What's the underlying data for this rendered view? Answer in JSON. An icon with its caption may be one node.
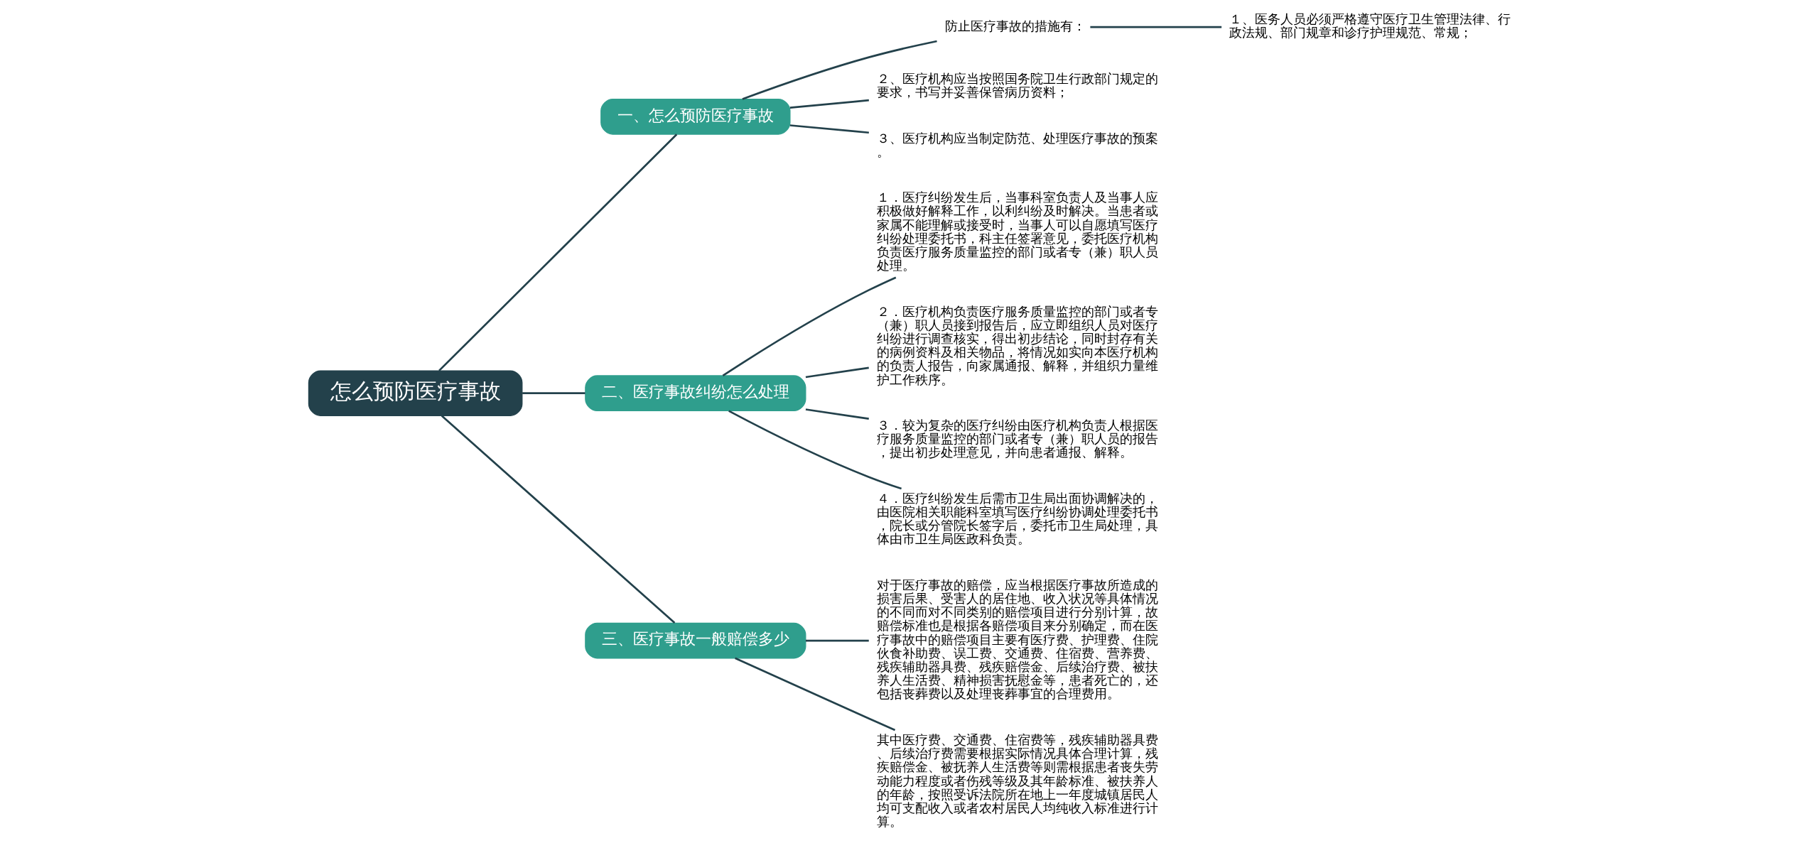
{
  "diagram": {
    "nodes": [
      {
        "text": [
          "怎么预防医疗事故"
        ]
      },
      {
        "text": [
          "一、怎么预防医疗事故"
        ]
      },
      {
        "text": [
          "防止医疗事故的措施有："
        ]
      },
      {
        "text": [
          "１、医务人员必须严格遵守医疗卫生管理法律、行政法规、部门规章和诊疗护理规范、常规；"
        ]
      },
      {
        "text": [
          "２、医疗机构应当按照国务院卫生行政部门规定的要求，书写并妥善保管病历资料；"
        ]
      },
      {
        "text": [
          "３、医疗机构应当制定防范、处理医疗事故的预案。"
        ]
      },
      {
        "text": [
          "二、医疗事故纠纷怎么处理"
        ]
      },
      {
        "text": [
          "１．医疗纠纷发生后，当事科室负责人及当事人应积极做好解释工作，以利纠纷及时解决。当患者或家属不能理解或接受时，当事人可以自愿填写医疗纠纷处理委托书，科主任签署意见，委托医疗机构负责医疗服务质量监控的部门或者专（兼）职人员处理。"
        ]
      },
      {
        "text": [
          "２．医疗机构负责医疗服务质量监控的部门或者专（兼）职人员接到报告后，应立即组织人员对医疗纠纷进行调查核实，得出初步结论，同时封存有关的病例资料及相关物品，将情况如实向本医疗机构的负责人报告，向家属通报、解释，并组织力量维护工作秩序。"
        ]
      },
      {
        "text": [
          "３．较为复杂的医疗纠纷由医疗机构负责人根据医疗服务质量监控的部门或者专（兼）职人员的报告，提出初步处理意见，并向患者通报、解释。"
        ]
      },
      {
        "text": [
          "４．医疗纠纷发生后需市卫生局出面协调解决的，由医院相关职能科室填写医疗纠纷协调处理委托书，院长或分管院长签字后，委托市卫生局处理，具体由市卫生局医政科负责。"
        ]
      },
      {
        "text": [
          "三、医疗事故一般赔偿多少"
        ]
      },
      {
        "text": [
          "对于医疗事故的赔偿，应当根据医疗事故所造成的损害后果、受害人的居住地、收入状况等具体情况的不同而对不同类别的赔偿项目进行分别计算，故赔偿标准也是根据各赔偿项目来分别确定，而在医疗事故中的赔偿项目主要有医疗费、护理费、住院伙食补助费、误工费、交通费、住宿费、营养费、残疾辅助器具费、残疾赔偿金、后续治疗费、被扶养人生活费、精神损害抚慰金等，患者死亡的，还包括丧葬费以及处理丧葬事宜的合理费用。"
        ]
      },
      {
        "text": [
          "其中医疗费、交通费、住宿费等，残疾辅助器具费、后续治疗费需要根据实际情况具体合理计算，残疾赔偿金、被抚养人生活费等则需根据患者丧失劳动能力程度或者伤残等级及其年龄标准、被扶养人的年龄，按照受诉法院所在地上一年度城镇居民人均可支配收入或者农村居民人均纯收入标准进行计算。"
        ]
      }
    ],
    "edges": [
      {
        "from": 0,
        "to": 1,
        "arrow": "none"
      },
      {
        "from": 1,
        "to": 2,
        "arrow": "none"
      },
      {
        "from": 2,
        "to": 3,
        "arrow": "none"
      },
      {
        "from": 1,
        "to": 4,
        "arrow": "none"
      },
      {
        "from": 1,
        "to": 5,
        "arrow": "none"
      },
      {
        "from": 0,
        "to": 6,
        "arrow": "none"
      },
      {
        "from": 6,
        "to": 7,
        "arrow": "none"
      },
      {
        "from": 6,
        "to": 8,
        "arrow": "none"
      },
      {
        "from": 6,
        "to": 9,
        "arrow": "none"
      },
      {
        "from": 6,
        "to": 10,
        "arrow": "none"
      },
      {
        "from": 0,
        "to": 11,
        "arrow": "none"
      },
      {
        "from": 11,
        "to": 12,
        "arrow": "none"
      },
      {
        "from": 11,
        "to": 13,
        "arrow": "none"
      }
    ]
  }
}
